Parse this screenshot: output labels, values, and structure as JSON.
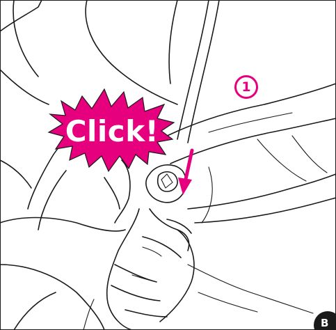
{
  "diagram": {
    "callout_text": "Click!",
    "step_number": "1",
    "corner_label": "B",
    "colors": {
      "accent": "#e6007e",
      "line": "#1a1a1a",
      "background": "#ffffff"
    },
    "icons": [
      "click-burst-icon",
      "down-arrow-icon",
      "step-number-badge",
      "buckle-illustration"
    ]
  }
}
